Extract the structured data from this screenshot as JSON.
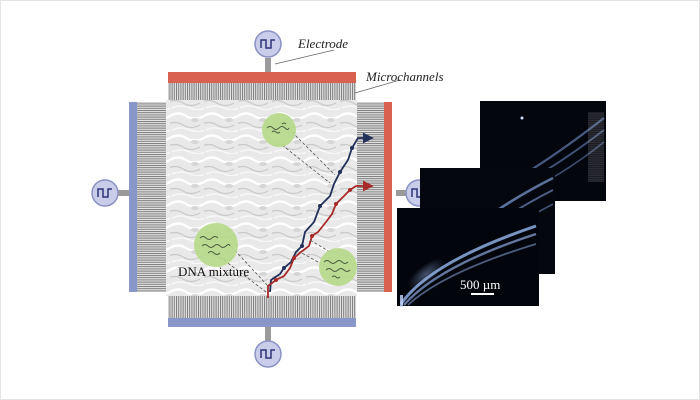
{
  "labels": {
    "electrode": "Electrode",
    "microchannels": "Microchannels",
    "dna_mixture": "DNA mixture",
    "scale_bar": "500 µm"
  },
  "colors": {
    "electrode_red": "#d9614f",
    "electrode_blue": "#8896c8",
    "path_red": "#a82a2a",
    "path_navy": "#22305a",
    "blob_green": "#b6d98a",
    "micrograph_bg": "#04060e",
    "fluorescence": "#8fb0e8"
  },
  "icons": {
    "electrode_terminal": "square-wave-icon"
  }
}
